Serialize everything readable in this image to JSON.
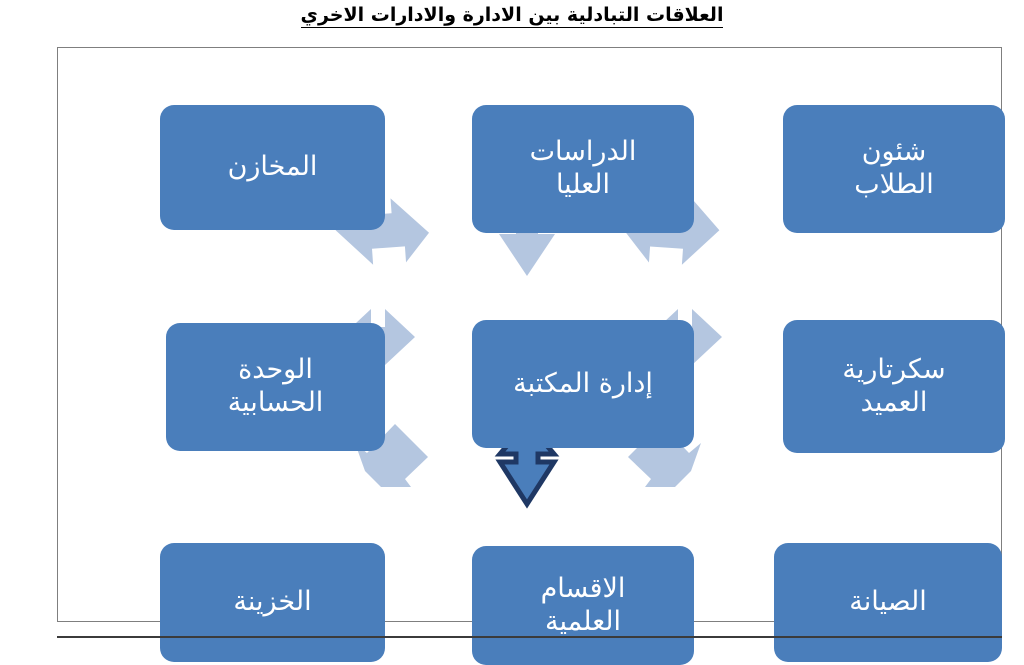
{
  "title": {
    "text": "العلاقات التبادلية بين الادارة والادارات الاخري",
    "underlined": true
  },
  "colors": {
    "box_fill": "#4a7ebb",
    "box_text": "#ffffff",
    "arrow_light": "#b4c6e0",
    "arrow_highlight_fill": "#4a7ebb",
    "arrow_highlight_stroke": "#1f3864",
    "frame_border": "#7f7f7f",
    "rule": "#3b3b3b",
    "background": "#ffffff"
  },
  "nodes": {
    "center": {
      "label": "إدارة المكتبة",
      "lines": [
        "إدارة المكتبة"
      ],
      "position": "center"
    },
    "top_left": {
      "label": "المخازن",
      "lines": [
        "المخازن"
      ],
      "position": "top-left"
    },
    "top_center": {
      "label": "الدراسات العليا",
      "lines": [
        "الدراسات",
        "العليا"
      ],
      "position": "top-center"
    },
    "top_right": {
      "label": "شئون الطلاب",
      "lines": [
        "شئون",
        "الطلاب"
      ],
      "position": "top-right"
    },
    "middle_left": {
      "label": "الوحدة الحسابية",
      "lines": [
        "الوحدة",
        "الحسابية"
      ],
      "position": "middle-left"
    },
    "middle_right": {
      "label": "سكرتارية العميد",
      "lines": [
        "سكرتارية",
        "العميد"
      ],
      "position": "middle-right"
    },
    "bottom_left": {
      "label": "الخزينة",
      "lines": [
        "الخزينة"
      ],
      "position": "bottom-left"
    },
    "bottom_center": {
      "label": "الاقسام العلمية",
      "lines": [
        "الاقسام",
        "العلمية"
      ],
      "position": "bottom-center"
    },
    "bottom_right": {
      "label": "الصيانة",
      "lines": [
        "الصيانة"
      ],
      "position": "bottom-right"
    }
  },
  "connectors": [
    {
      "id": "center-to-top-left",
      "from": "center",
      "to": "top_left",
      "kind": "double",
      "direction": "diagonal-up-left",
      "style": "light"
    },
    {
      "id": "center-to-top-center",
      "from": "center",
      "to": "top_center",
      "kind": "double",
      "direction": "vertical",
      "style": "light"
    },
    {
      "id": "center-to-top-right",
      "from": "center",
      "to": "top_right",
      "kind": "double",
      "direction": "diagonal-up-right",
      "style": "light"
    },
    {
      "id": "center-to-middle-left",
      "from": "center",
      "to": "middle_left",
      "kind": "double",
      "direction": "horizontal",
      "style": "light"
    },
    {
      "id": "center-to-middle-right",
      "from": "center",
      "to": "middle_right",
      "kind": "double",
      "direction": "horizontal",
      "style": "light"
    },
    {
      "id": "center-to-bottom-left",
      "from": "bottom_left",
      "to": "center",
      "kind": "single",
      "direction": "up-right",
      "style": "light"
    },
    {
      "id": "center-to-bottom-center",
      "from": "center",
      "to": "bottom_center",
      "kind": "double",
      "direction": "vertical",
      "style": "highlight"
    },
    {
      "id": "center-to-bottom-right",
      "from": "bottom_right",
      "to": "center",
      "kind": "single",
      "direction": "up-left",
      "style": "light"
    }
  ]
}
